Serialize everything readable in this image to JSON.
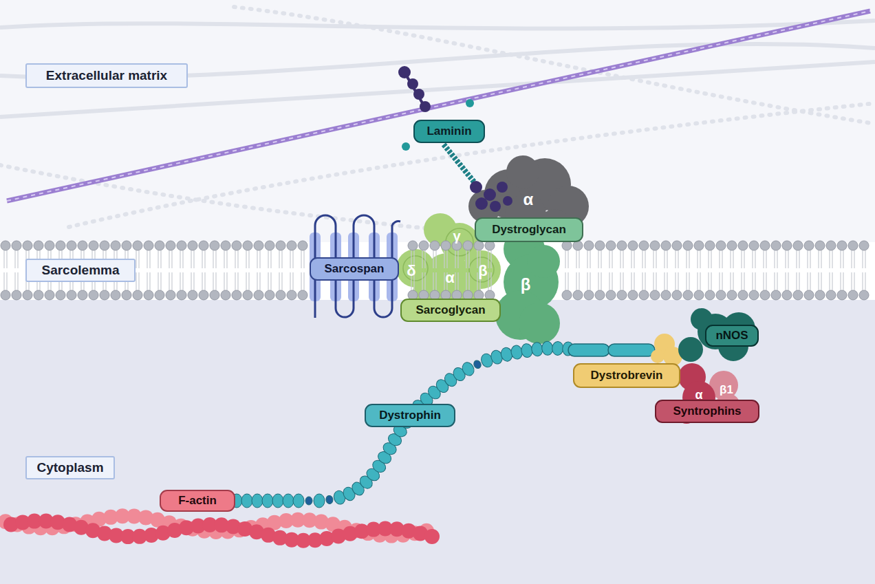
{
  "diagram": {
    "nodes": [
      {
        "text": [
          "Extracellular matrix"
        ]
      },
      {
        "text": [
          "Laminin"
        ]
      },
      {
        "text": [
          "Dystroglycan"
        ]
      },
      {
        "text": [
          "Sarcolemma"
        ]
      },
      {
        "text": [
          "Sarcospan"
        ]
      },
      {
        "text": [
          "Sarcoglycan"
        ]
      },
      {
        "text": [
          "Dystrobrevin"
        ]
      },
      {
        "text": [
          "nNOS"
        ]
      },
      {
        "text": [
          "Syntrophins"
        ]
      },
      {
        "text": [
          "Dystrophin"
        ]
      },
      {
        "text": [
          "Cytoplasm"
        ]
      },
      {
        "text": [
          "F-actin"
        ]
      }
    ],
    "labels": [
      "α",
      "γ",
      "δ",
      "α",
      "β",
      "β",
      "α",
      "β1"
    ]
  }
}
